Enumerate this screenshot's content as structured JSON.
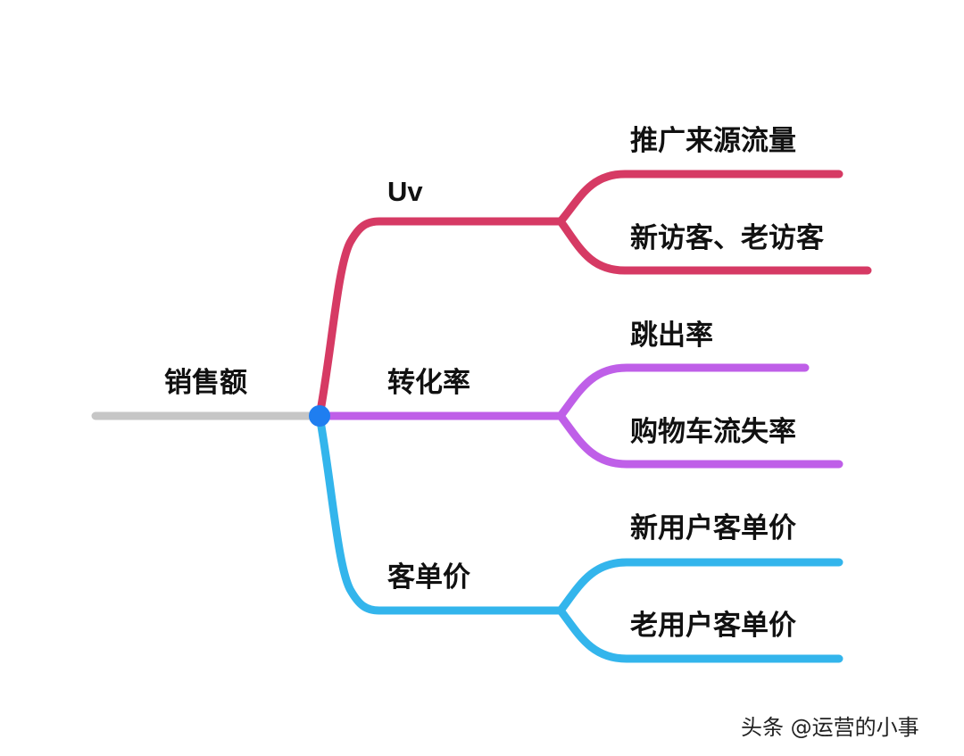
{
  "mindmap": {
    "root": {
      "label": "销售额"
    },
    "branches": [
      {
        "label": "Uv",
        "color": "#d63a64",
        "children": [
          {
            "label": "推广来源流量"
          },
          {
            "label": "新访客、老访客"
          }
        ]
      },
      {
        "label": "转化率",
        "color": "#bf5fe8",
        "children": [
          {
            "label": "跳出率"
          },
          {
            "label": "购物车流失率"
          }
        ]
      },
      {
        "label": "客单价",
        "color": "#33b5ec",
        "children": [
          {
            "label": "新用户客单价"
          },
          {
            "label": "老用户客单价"
          }
        ]
      }
    ],
    "root_line_color": "#c6c6c6",
    "hub_color": "#1f7ef0"
  },
  "watermark": "头条 @运营的小事"
}
